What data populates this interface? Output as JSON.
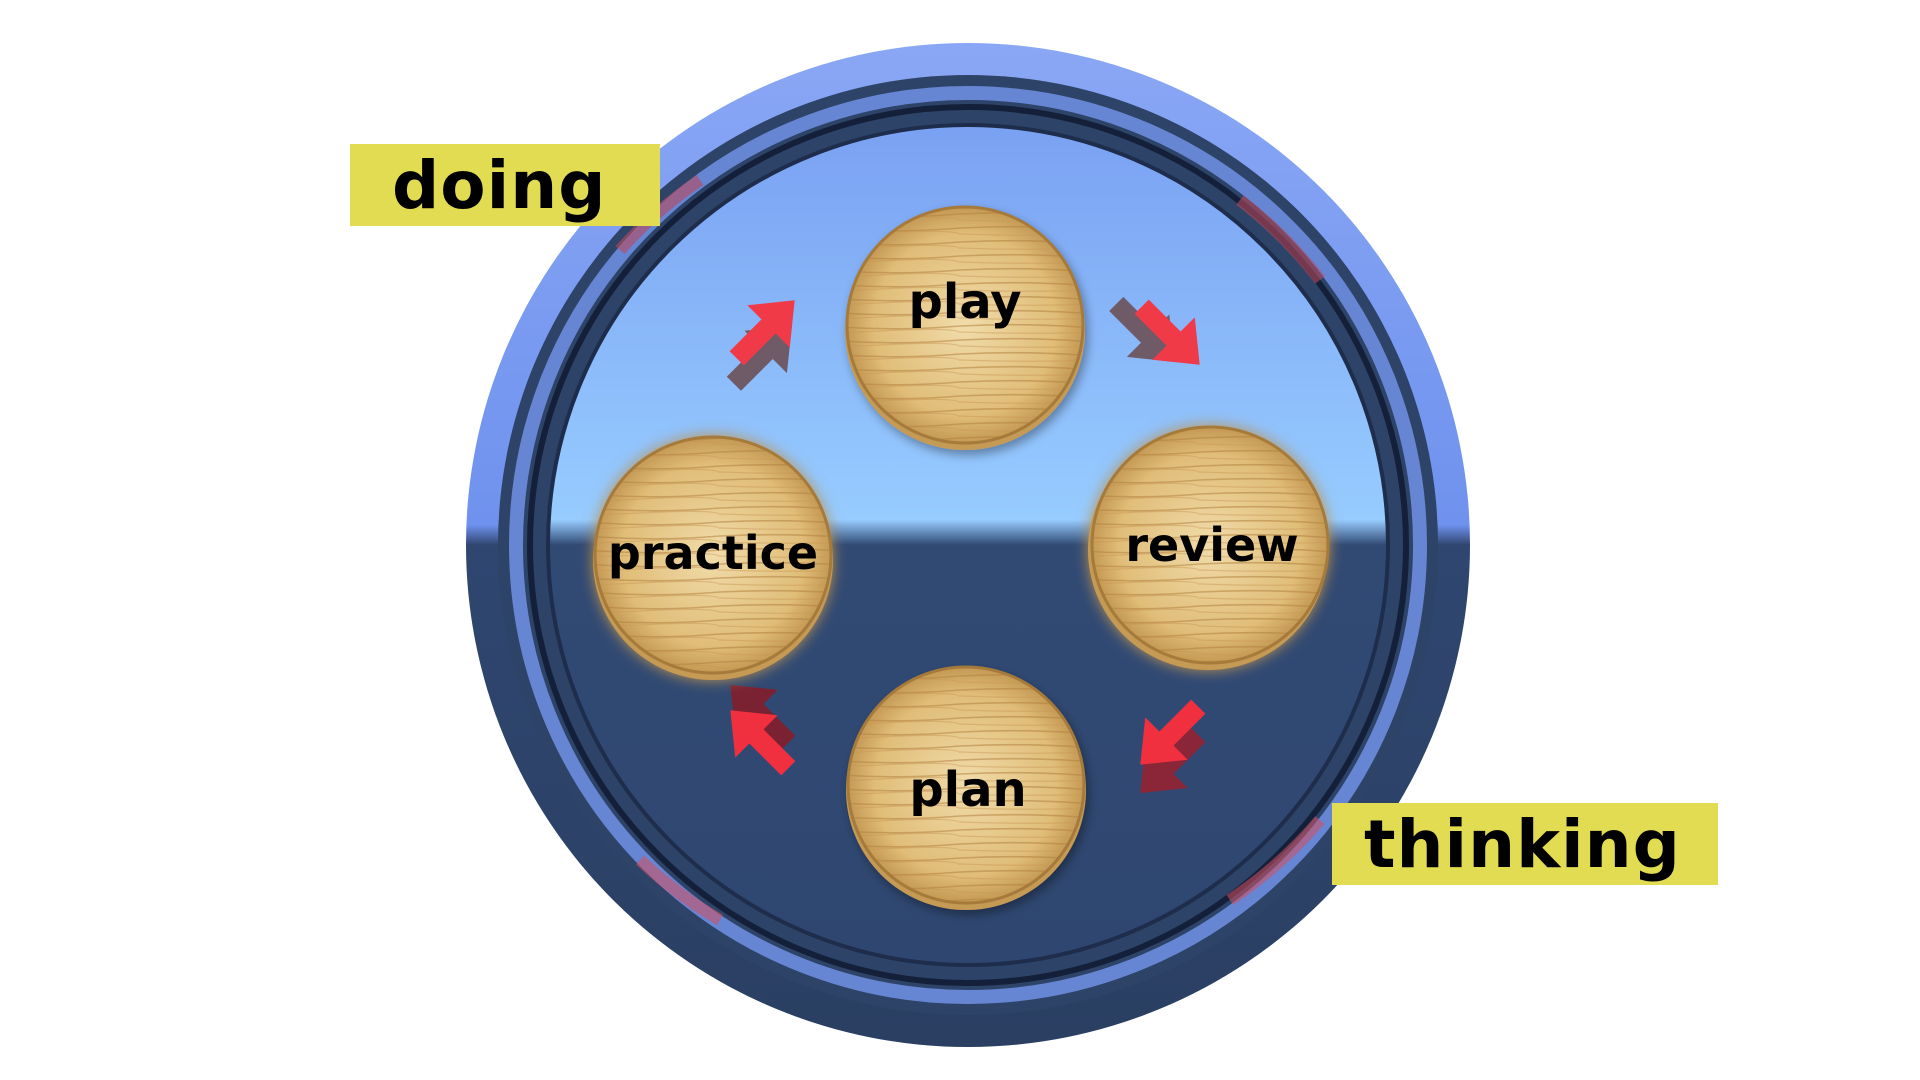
{
  "colors": {
    "label_highlight": "#e2dc52",
    "frame_light": "#7d9df0",
    "frame_dark": "#2d4468",
    "sky_top": "#7fa6f4",
    "sky_bottom": "#95cbff",
    "floor": "#314a74",
    "arrow_red": "#f03a48",
    "arrow_shadow": "#6f4a58",
    "wood_light": "#ecd39a",
    "wood_dark": "#c59a55"
  },
  "labels": {
    "doing": "doing",
    "thinking": "thinking"
  },
  "nodes": {
    "play": "play",
    "review": "review",
    "plan": "plan",
    "practice": "practice"
  },
  "icons": {
    "arrow_top_left": "arrow-up-right-icon",
    "arrow_top_right": "arrow-down-right-icon",
    "arrow_bottom_right": "arrow-down-left-icon",
    "arrow_bottom_left": "arrow-up-left-icon"
  }
}
